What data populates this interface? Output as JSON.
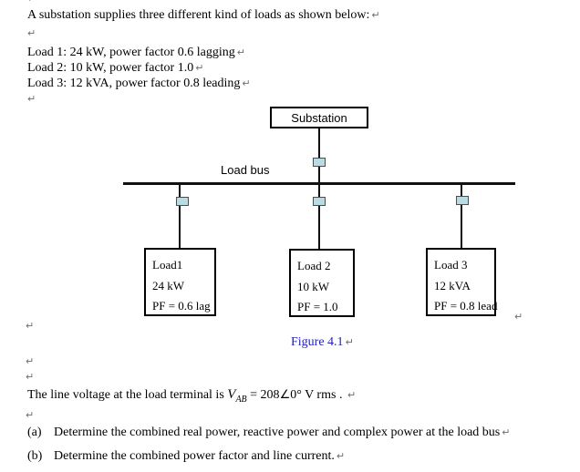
{
  "pilcrow_mark": "↵",
  "intro": "A substation supplies three different kind of loads as shown below:",
  "load_lines": [
    "Load 1: 24 kW, power factor 0.6 lagging",
    "Load 2: 10 kW, power factor 1.0",
    "Load 3: 12 kVA, power factor 0.8 leading"
  ],
  "diagram": {
    "substation_label": "Substation",
    "bus_label": "Load bus",
    "connector_fill": "#b9dce2",
    "load_boxes": [
      {
        "name": "Load1",
        "rating": "24 kW",
        "pf": "PF = 0.6 lag"
      },
      {
        "name": "Load 2",
        "rating": "10 kW",
        "pf": "PF = 1.0"
      },
      {
        "name": "Load 3",
        "rating": "12 kVA",
        "pf": "PF = 0.8 lead"
      }
    ],
    "caption": "Figure 4.1",
    "caption_color": "#2121bd"
  },
  "voltage": {
    "prefix": "The line voltage at the load terminal is",
    "eq_var": "V",
    "eq_sub": "AB",
    "eq_eq": "= 208",
    "eq_angle": "∠",
    "eq_val": "0°",
    "eq_unit": "V rms",
    "tail": "."
  },
  "questions": [
    {
      "label": "(a)",
      "text": "Determine the combined real power, reactive power and complex power at the load bus"
    },
    {
      "label": "(b)",
      "text": "Determine the combined power factor and line current."
    }
  ]
}
